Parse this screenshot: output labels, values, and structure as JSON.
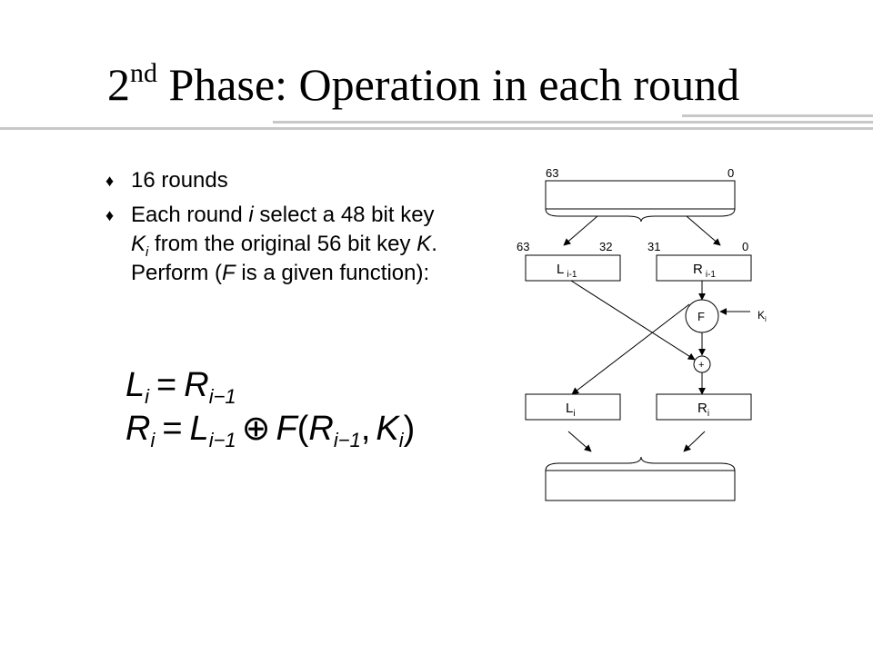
{
  "title": {
    "main": "2",
    "sup": "nd",
    "rest": " Phase: Operation in each round"
  },
  "bullets": [
    {
      "text": "16 rounds"
    },
    {
      "a": "Each round ",
      "i": "i",
      "b": " select a 48 bit key ",
      "k": "K",
      "ksub": "i",
      "c": " from the original 56 bit key ",
      "k2": "K",
      "d": ". Perform (",
      "f": "F",
      "e": " is a given function):"
    }
  ],
  "equations": {
    "eq1": {
      "L": "L",
      "Lsub": "i",
      "eq": "=",
      "R": "R",
      "Rsub": "i−1"
    },
    "eq2": {
      "R": "R",
      "Rsub": "i",
      "eq": "=",
      "L": "L",
      "Lsub": "i−1",
      "xor": "⊕",
      "F": "F",
      "open": "(",
      "R2": "R",
      "R2sub": "i−1",
      "comma": ",",
      "K": "K",
      "Ksub": "i",
      "close": ")"
    }
  },
  "diagram": {
    "top_bits": {
      "left": "63",
      "right": "0"
    },
    "half_bits": {
      "l_left": "63",
      "l_right": "32",
      "r_left": "31",
      "r_right": "0"
    },
    "l_prev": {
      "base": "L",
      "sub": "i-1"
    },
    "r_prev": {
      "base": "R",
      "sub": "i-1"
    },
    "f_label": "F",
    "k_label": {
      "base": "K",
      "sub": "i"
    },
    "xor_label": "+",
    "l_new": {
      "base": "L",
      "sub": "i"
    },
    "r_new": {
      "base": "R",
      "sub": "i"
    }
  }
}
